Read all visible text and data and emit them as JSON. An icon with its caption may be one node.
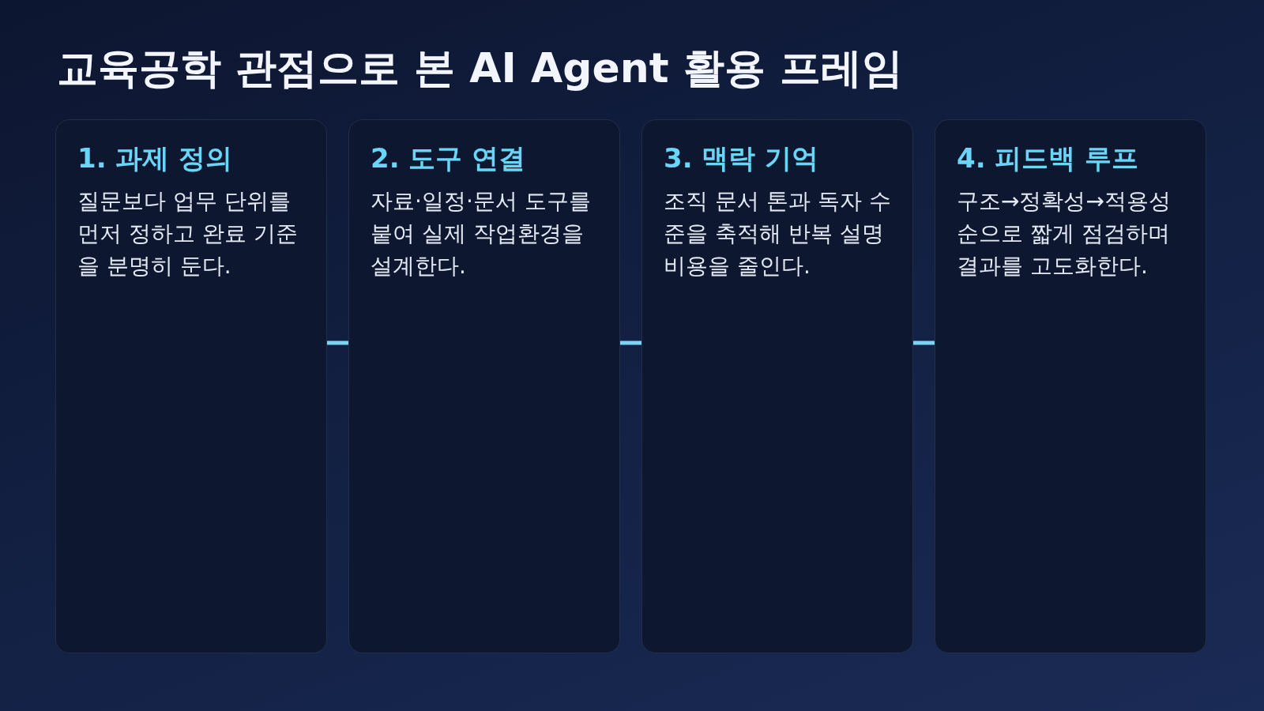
{
  "diagram": {
    "title": "교육공학 관점으로 본 AI Agent 활용 프레임",
    "nodes": [
      {
        "text": [
          "1. 과제 정의",
          "질문보다 업무 단위를 먼저 정하고 완료 기준을 분명히 둔다."
        ]
      },
      {
        "text": [
          "2. 도구 연결",
          "자료·일정·문서 도구를 붙여 실제 작업환경을 설계한다."
        ]
      },
      {
        "text": [
          "3. 맥락 기억",
          "조직 문서 톤과 독자 수준을 축적해 반복 설명 비용을 줄인다."
        ]
      },
      {
        "text": [
          "4. 피드백 루프",
          "구조→정확성→적용성 순으로 짧게 점검하며 결과를 고도화한다."
        ]
      }
    ],
    "edges": [
      {
        "from": 0,
        "to": 1,
        "arrow": "none"
      },
      {
        "from": 1,
        "to": 2,
        "arrow": "none"
      },
      {
        "from": 2,
        "to": 3,
        "arrow": "none"
      }
    ]
  }
}
